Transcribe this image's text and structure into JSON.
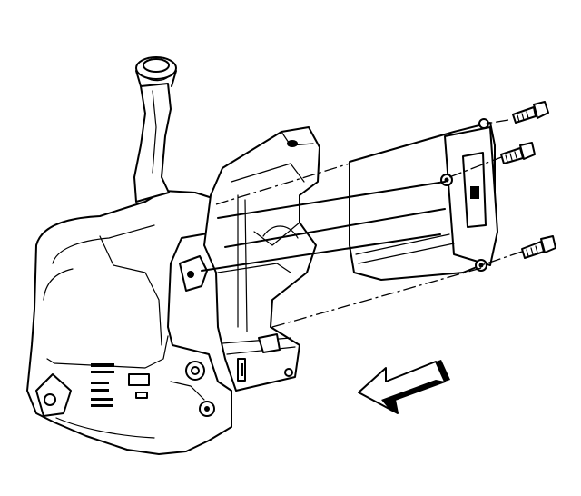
{
  "figure": {
    "parts": [
      "washer-fluid-reservoir",
      "filler-neck",
      "reservoir-cap",
      "mounting-bracket",
      "bracket-cover",
      "bolt",
      "bolt",
      "bolt",
      "direction-arrow"
    ]
  }
}
